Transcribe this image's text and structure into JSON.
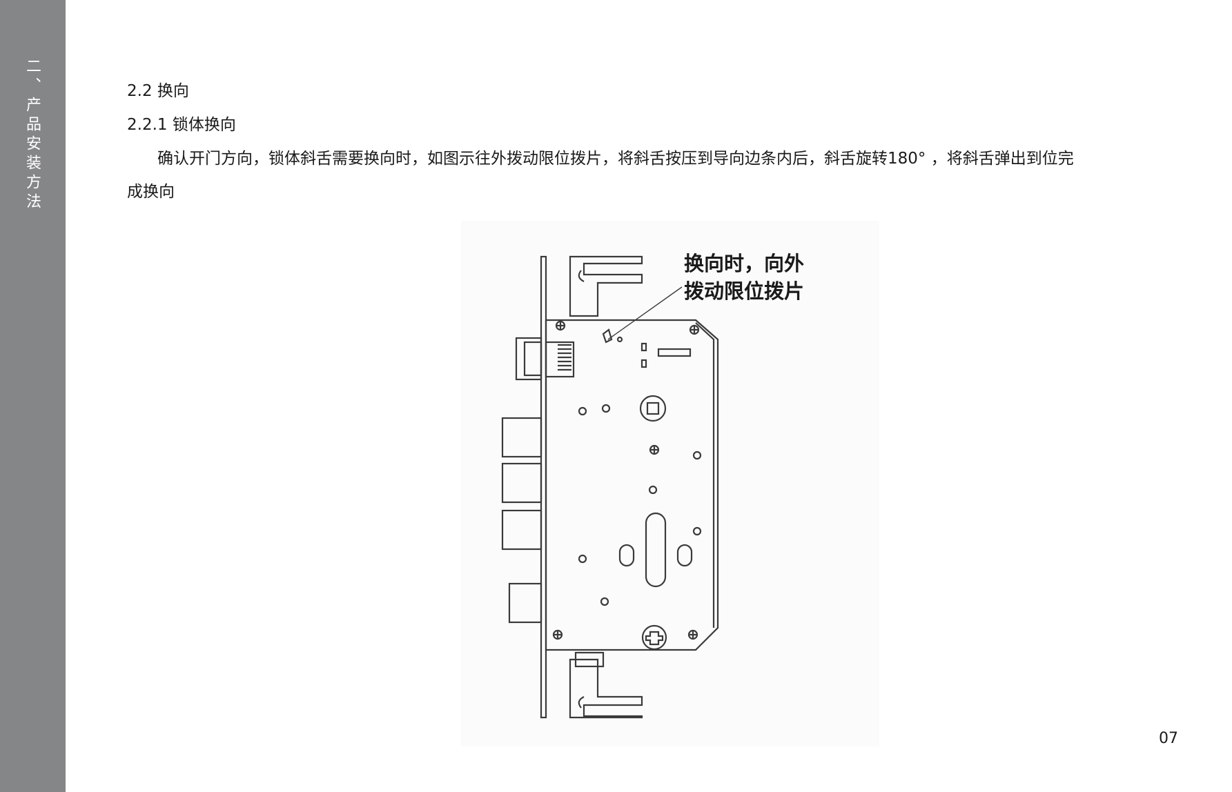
{
  "sidebar": {
    "section_title": "二、产品安装方法"
  },
  "content": {
    "heading": "2.2 换向",
    "subheading": "2.2.1 锁体换向",
    "paragraph": "确认开门方向，锁体斜舌需要换向时，如图示往外拨动限位拨片，将斜舌按压到导向边条内后，斜舌旋转180° ，将斜舌弹出到位完成换向"
  },
  "figure": {
    "callout_line1": "换向时，向外",
    "callout_line2": "拨动限位拨片"
  },
  "footer": {
    "page_number": "07"
  }
}
